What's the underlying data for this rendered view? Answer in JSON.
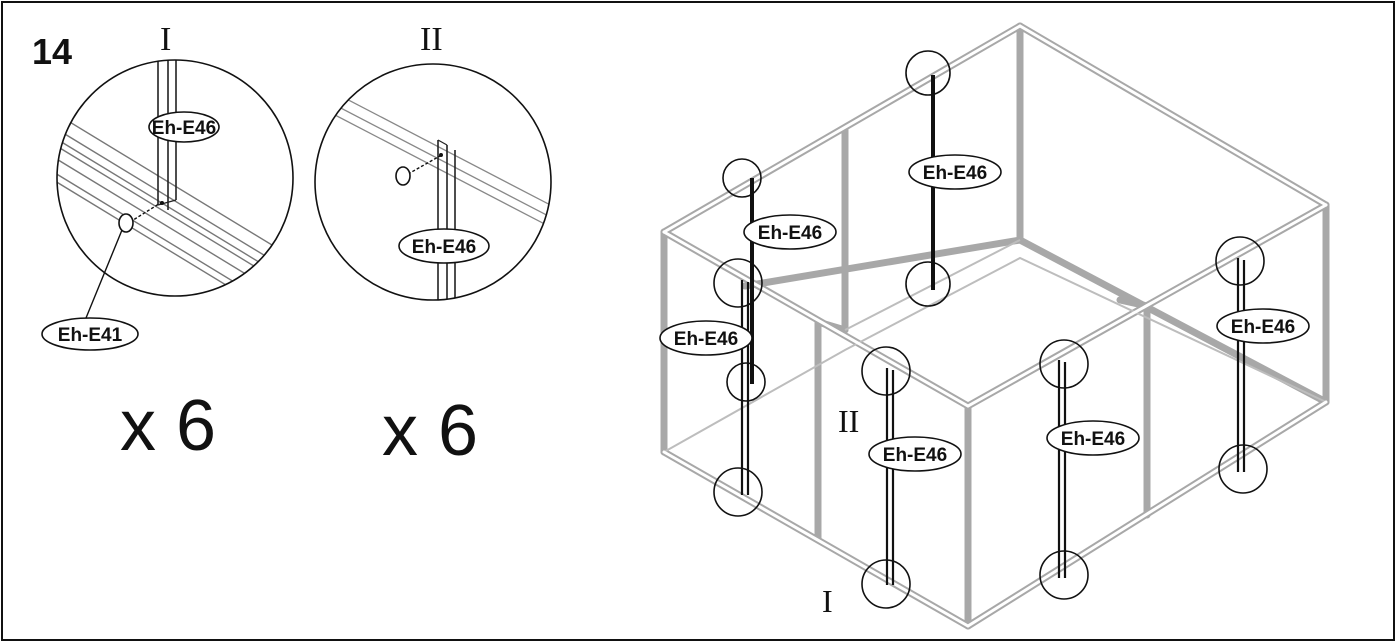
{
  "step": {
    "number": "14"
  },
  "details": [
    {
      "id": "I",
      "roman": "I",
      "part_label": "Eh-E46",
      "screw_label": "Eh-E41",
      "multiplier": "x 6"
    },
    {
      "id": "II",
      "roman": "II",
      "part_label": "Eh-E46",
      "multiplier": "x 6"
    }
  ],
  "assembly": {
    "post_label": "Eh-E46",
    "callouts": {
      "detail_I": "I",
      "detail_II": "II"
    }
  },
  "colors": {
    "frame": "#a8a8a8",
    "ink": "#111111",
    "background": "#ffffff"
  }
}
